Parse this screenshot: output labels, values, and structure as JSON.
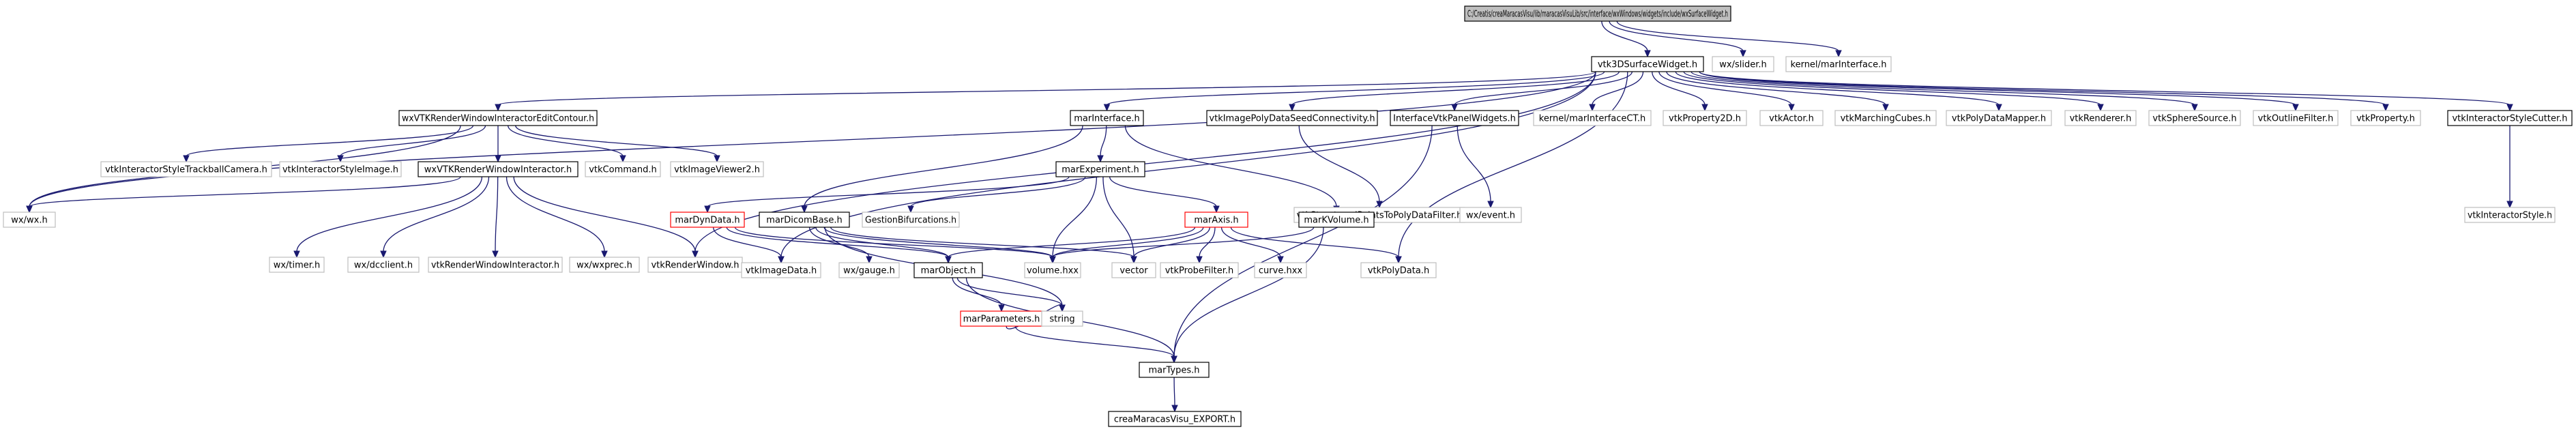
{
  "graph": {
    "colors": {
      "edge": "#191970",
      "root_fill": "#bfbfbf",
      "box_border_black": "#000000",
      "box_border_red": "#ff0000",
      "box_border_gray": "#bfbfbf",
      "box_fill": "#ffffff"
    },
    "nodes": [
      {
        "id": "root",
        "label": "C:/Creatis/creaMaracasVisu/lib/maracasVisuLib/src/interface/wxWindows/widgets/include/wxSurfaceWidget.h",
        "style": "root"
      },
      {
        "id": "vtk3d",
        "label": "vtk3DSurfaceWidget.h",
        "style": "black"
      },
      {
        "id": "wxslider",
        "label": "wx/slider.h",
        "style": "gray"
      },
      {
        "id": "kmarint",
        "label": "kernel/marInterface.h",
        "style": "gray"
      },
      {
        "id": "wxrwiec",
        "label": "wxVTKRenderWindowInteractorEditContour.h",
        "style": "black"
      },
      {
        "id": "marint",
        "label": "marInterface.h",
        "style": "black"
      },
      {
        "id": "vipdsc",
        "label": "vtkImagePolyDataSeedConnectivity.h",
        "style": "black"
      },
      {
        "id": "ivpw",
        "label": "InterfaceVtkPanelWidgets.h",
        "style": "black"
      },
      {
        "id": "kmarict",
        "label": "kernel/marInterfaceCT.h",
        "style": "gray"
      },
      {
        "id": "vprop2d",
        "label": "vtkProperty2D.h",
        "style": "gray"
      },
      {
        "id": "vactor",
        "label": "vtkActor.h",
        "style": "gray"
      },
      {
        "id": "vmcubes",
        "label": "vtkMarchingCubes.h",
        "style": "gray"
      },
      {
        "id": "vpdmap",
        "label": "vtkPolyDataMapper.h",
        "style": "gray"
      },
      {
        "id": "vrenderer",
        "label": "vtkRenderer.h",
        "style": "gray"
      },
      {
        "id": "vsphere",
        "label": "vtkSphereSource.h",
        "style": "gray"
      },
      {
        "id": "voutline",
        "label": "vtkOutlineFilter.h",
        "style": "gray"
      },
      {
        "id": "vproperty",
        "label": "vtkProperty.h",
        "style": "gray"
      },
      {
        "id": "vistylecutter",
        "label": "vtkInteractorStyleCutter.h",
        "style": "black"
      },
      {
        "id": "vistb",
        "label": "vtkInteractorStyleTrackballCamera.h",
        "style": "gray"
      },
      {
        "id": "vistimage",
        "label": "vtkInteractorStyleImage.h",
        "style": "gray"
      },
      {
        "id": "wxrwi",
        "label": "wxVTKRenderWindowInteractor.h",
        "style": "black"
      },
      {
        "id": "vcommand",
        "label": "vtkCommand.h",
        "style": "gray"
      },
      {
        "id": "viv2",
        "label": "vtkImageViewer2.h",
        "style": "gray"
      },
      {
        "id": "marexp",
        "label": "marExperiment.h",
        "style": "black"
      },
      {
        "id": "vsptpdf",
        "label": "vtkStructuredPointsToPolyDataFilter.h",
        "style": "gray"
      },
      {
        "id": "wxevent",
        "label": "wx/event.h",
        "style": "gray"
      },
      {
        "id": "vistyle",
        "label": "vtkInteractorStyle.h",
        "style": "gray"
      },
      {
        "id": "wxwx",
        "label": "wx/wx.h",
        "style": "gray"
      },
      {
        "id": "wxtimer",
        "label": "wx/timer.h",
        "style": "gray"
      },
      {
        "id": "wxdcclient",
        "label": "wx/dcclient.h",
        "style": "gray"
      },
      {
        "id": "vrwi",
        "label": "vtkRenderWindowInteractor.h",
        "style": "gray"
      },
      {
        "id": "wxwxprec",
        "label": "wx/wxprec.h",
        "style": "gray"
      },
      {
        "id": "vrw",
        "label": "vtkRenderWindow.h",
        "style": "gray"
      },
      {
        "id": "mardyn",
        "label": "marDynData.h",
        "style": "red"
      },
      {
        "id": "mardicom",
        "label": "marDicomBase.h",
        "style": "black"
      },
      {
        "id": "gestion",
        "label": "GestionBifurcations.h",
        "style": "gray"
      },
      {
        "id": "maraxis",
        "label": "marAxis.h",
        "style": "red"
      },
      {
        "id": "markvol",
        "label": "marKVolume.h",
        "style": "black"
      },
      {
        "id": "vimagedata",
        "label": "vtkImageData.h",
        "style": "gray"
      },
      {
        "id": "wxgauge",
        "label": "wx/gauge.h",
        "style": "gray"
      },
      {
        "id": "marobject",
        "label": "marObject.h",
        "style": "black"
      },
      {
        "id": "volume",
        "label": "volume.hxx",
        "style": "gray"
      },
      {
        "id": "vector",
        "label": "vector",
        "style": "gray"
      },
      {
        "id": "vprobe",
        "label": "vtkProbeFilter.h",
        "style": "gray"
      },
      {
        "id": "curve",
        "label": "curve.hxx",
        "style": "gray"
      },
      {
        "id": "vpolydata",
        "label": "vtkPolyData.h",
        "style": "gray"
      },
      {
        "id": "marparams",
        "label": "marParameters.h",
        "style": "red"
      },
      {
        "id": "string",
        "label": "string",
        "style": "gray"
      },
      {
        "id": "martypes",
        "label": "marTypes.h",
        "style": "black"
      },
      {
        "id": "export",
        "label": "creaMaracasVisu_EXPORT.h",
        "style": "black"
      }
    ],
    "edges": [
      [
        "root",
        "vtk3d"
      ],
      [
        "root",
        "wxslider"
      ],
      [
        "root",
        "kmarint"
      ],
      [
        "vtk3d",
        "wxrwiec"
      ],
      [
        "vtk3d",
        "marint"
      ],
      [
        "vtk3d",
        "vipdsc"
      ],
      [
        "vtk3d",
        "ivpw"
      ],
      [
        "vtk3d",
        "kmarict"
      ],
      [
        "vtk3d",
        "vprop2d"
      ],
      [
        "vtk3d",
        "vactor"
      ],
      [
        "vtk3d",
        "vmcubes"
      ],
      [
        "vtk3d",
        "vpdmap"
      ],
      [
        "vtk3d",
        "vrenderer"
      ],
      [
        "vtk3d",
        "vsphere"
      ],
      [
        "vtk3d",
        "voutline"
      ],
      [
        "vtk3d",
        "vproperty"
      ],
      [
        "vtk3d",
        "vistylecutter"
      ],
      [
        "vtk3d",
        "wxwx"
      ],
      [
        "vtk3d",
        "vrw"
      ],
      [
        "vtk3d",
        "vpolydata"
      ],
      [
        "vtk3d",
        "vimagedata"
      ],
      [
        "wxrwiec",
        "vistb"
      ],
      [
        "wxrwiec",
        "vistimage"
      ],
      [
        "wxrwiec",
        "wxrwi"
      ],
      [
        "wxrwiec",
        "vcommand"
      ],
      [
        "wxrwiec",
        "viv2"
      ],
      [
        "wxrwiec",
        "wxwx"
      ],
      [
        "wxrwi",
        "wxwx"
      ],
      [
        "wxrwi",
        "wxtimer"
      ],
      [
        "wxrwi",
        "wxdcclient"
      ],
      [
        "wxrwi",
        "vrwi"
      ],
      [
        "wxrwi",
        "wxwxprec"
      ],
      [
        "wxrwi",
        "vrw"
      ],
      [
        "marint",
        "marexp"
      ],
      [
        "marint",
        "mardicom"
      ],
      [
        "marint",
        "markvol"
      ],
      [
        "vipdsc",
        "vsptpdf"
      ],
      [
        "ivpw",
        "wxevent"
      ],
      [
        "ivpw",
        "martypes"
      ],
      [
        "vistylecutter",
        "vistyle"
      ],
      [
        "marexp",
        "mardyn"
      ],
      [
        "marexp",
        "gestion"
      ],
      [
        "marexp",
        "maraxis"
      ],
      [
        "marexp",
        "volume"
      ],
      [
        "marexp",
        "vector"
      ],
      [
        "mardyn",
        "vimagedata"
      ],
      [
        "mardyn",
        "marobject"
      ],
      [
        "mardyn",
        "volume"
      ],
      [
        "mardicom",
        "wxgauge"
      ],
      [
        "mardicom",
        "marobject"
      ],
      [
        "mardicom",
        "volume"
      ],
      [
        "mardicom",
        "vector"
      ],
      [
        "mardicom",
        "string"
      ],
      [
        "maraxis",
        "marobject"
      ],
      [
        "maraxis",
        "volume"
      ],
      [
        "maraxis",
        "vector"
      ],
      [
        "maraxis",
        "vprobe"
      ],
      [
        "maraxis",
        "curve"
      ],
      [
        "maraxis",
        "vpolydata"
      ],
      [
        "markvol",
        "volume"
      ],
      [
        "markvol",
        "martypes"
      ],
      [
        "marobject",
        "marparams"
      ],
      [
        "marobject",
        "string"
      ],
      [
        "marobject",
        "martypes"
      ],
      [
        "marparams",
        "string"
      ],
      [
        "marparams",
        "martypes"
      ],
      [
        "martypes",
        "export"
      ]
    ]
  }
}
